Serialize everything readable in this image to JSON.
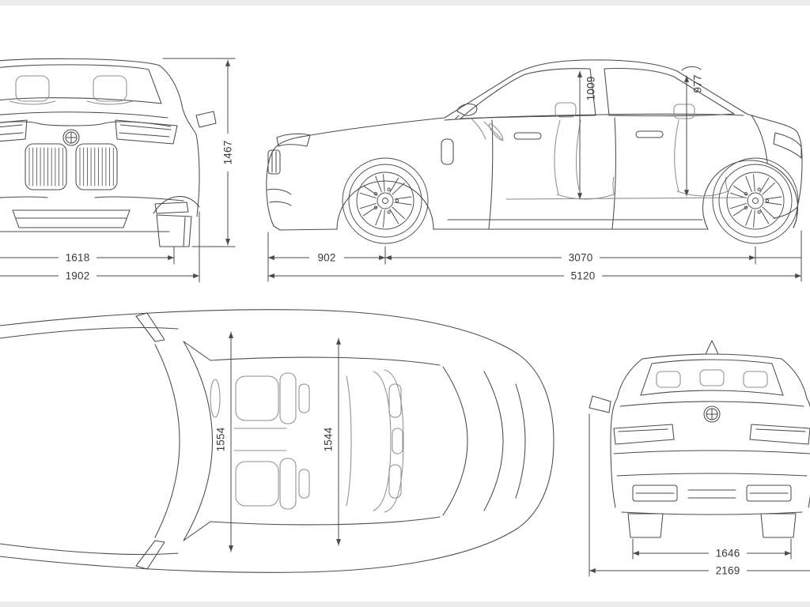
{
  "blueprint": {
    "background": "#ffffff",
    "line_color": "#4b4b4b",
    "detail_line_color": "#8f8f8f",
    "text_color": "#3a3a3a"
  },
  "views": {
    "front": {
      "dims": {
        "overall_height": "1467",
        "front_track": "1618",
        "body_width": "1902"
      }
    },
    "side": {
      "dims": {
        "front_headroom": "1009",
        "rear_headroom": "977",
        "front_overhang": "902",
        "wheelbase": "3070",
        "overall_length": "5120"
      }
    },
    "top": {
      "dims": {
        "front_interior_width": "1554",
        "rear_interior_width": "1544"
      }
    },
    "rear": {
      "dims": {
        "rear_track": "1646",
        "overall_width_incl_mirrors": "2169"
      }
    }
  }
}
